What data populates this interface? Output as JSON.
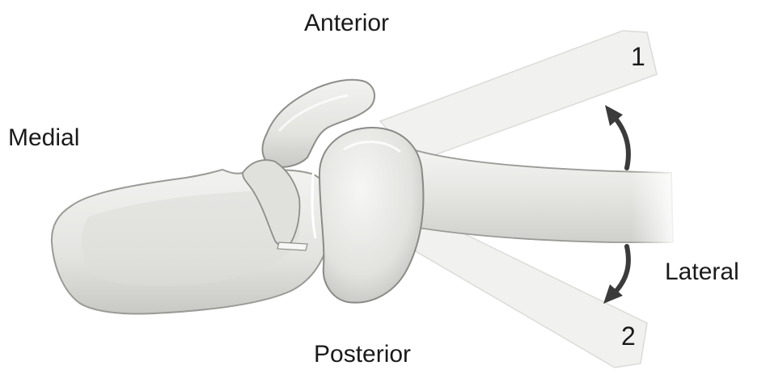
{
  "labels": {
    "anterior": "Anterior",
    "posterior": "Posterior",
    "medial": "Medial",
    "lateral": "Lateral",
    "position_1": "1",
    "position_2": "2"
  },
  "colors": {
    "bone_fill": "#e9e9e7",
    "bone_shadow": "#c9c9c6",
    "bone_outline": "#8e8e8b",
    "ghost_humerus": "#ececeb",
    "arrow": "#3b3b3b",
    "text": "#1a1a1a"
  },
  "icons": {
    "upper_arrow": "curved-arrow-up-icon",
    "lower_arrow": "curved-arrow-down-icon"
  }
}
